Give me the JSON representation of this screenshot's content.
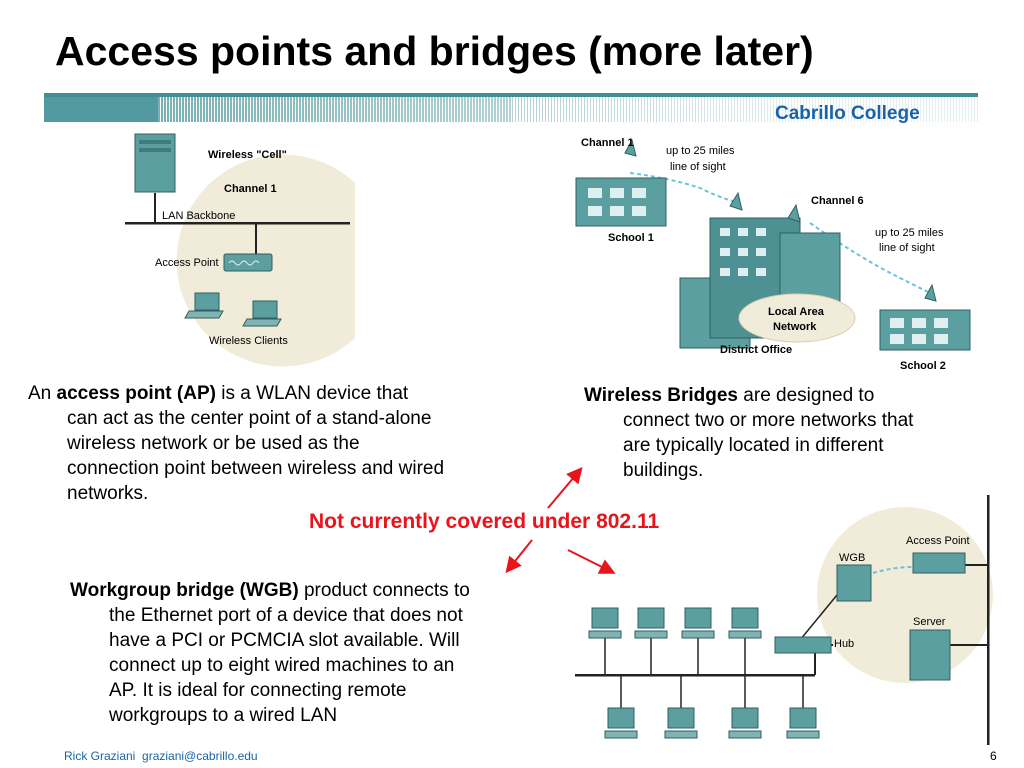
{
  "slide": {
    "title": "Access points and bridges (more later)",
    "brand": "Cabrillo College",
    "footer_author": "Rick Graziani",
    "footer_email": "graziani@cabrillo.edu",
    "page_number": "6"
  },
  "ap_diagram": {
    "cell_label": "Wireless \"Cell\"",
    "channel_label": "Channel 1",
    "backbone_label": "LAN Backbone",
    "ap_label": "Access Point",
    "clients_label": "Wireless Clients"
  },
  "bridge_diagram": {
    "channel1": "Channel 1",
    "channel6": "Channel 6",
    "range1_line1": "up to 25 miles",
    "range1_line2": "line of sight",
    "range2_line1": "up to 25 miles",
    "range2_line2": "line of sight",
    "school1": "School 1",
    "school2": "School 2",
    "lan_line1": "Local Area",
    "lan_line2": "Network",
    "district": "District Office"
  },
  "wgb_diagram": {
    "wgb_label": "WGB",
    "ap_label": "Access Point",
    "hub_label": "Hub",
    "server_label": "Server"
  },
  "ap_text": {
    "prefix": "An ",
    "term": "access point (AP)",
    "line1_rest": " is a WLAN device that",
    "line2": "can act as the center point of a stand-alone",
    "line3": "wireless network or be used as the",
    "line4": "connection point between wireless and wired",
    "line5": "networks."
  },
  "bridge_text": {
    "term": "Wireless Bridges",
    "line1_rest": " are designed to",
    "line2": "connect two or more networks that",
    "line3": "are typically located in different",
    "line4": "buildings."
  },
  "note": "Not currently covered under 802.11",
  "wgb_text": {
    "term": "Workgroup bridge (WGB)",
    "line1_rest": " product connects to",
    "line2": "the Ethernet port of a device that does not",
    "line3": "have a PCI or PCMCIA slot available. Will",
    "line4": "connect up to eight wired machines to an",
    "line5": "AP. It is ideal for connecting remote",
    "line6": "workgroups to a wired LAN"
  },
  "colors": {
    "banner_teal": "#3f8f95",
    "brand_blue": "#1a63a8",
    "note_red": "#e8141b",
    "cell_beige": "#f1ebd9",
    "device_teal": "#5c9fa0",
    "wave_blue": "#6cc3d8"
  }
}
